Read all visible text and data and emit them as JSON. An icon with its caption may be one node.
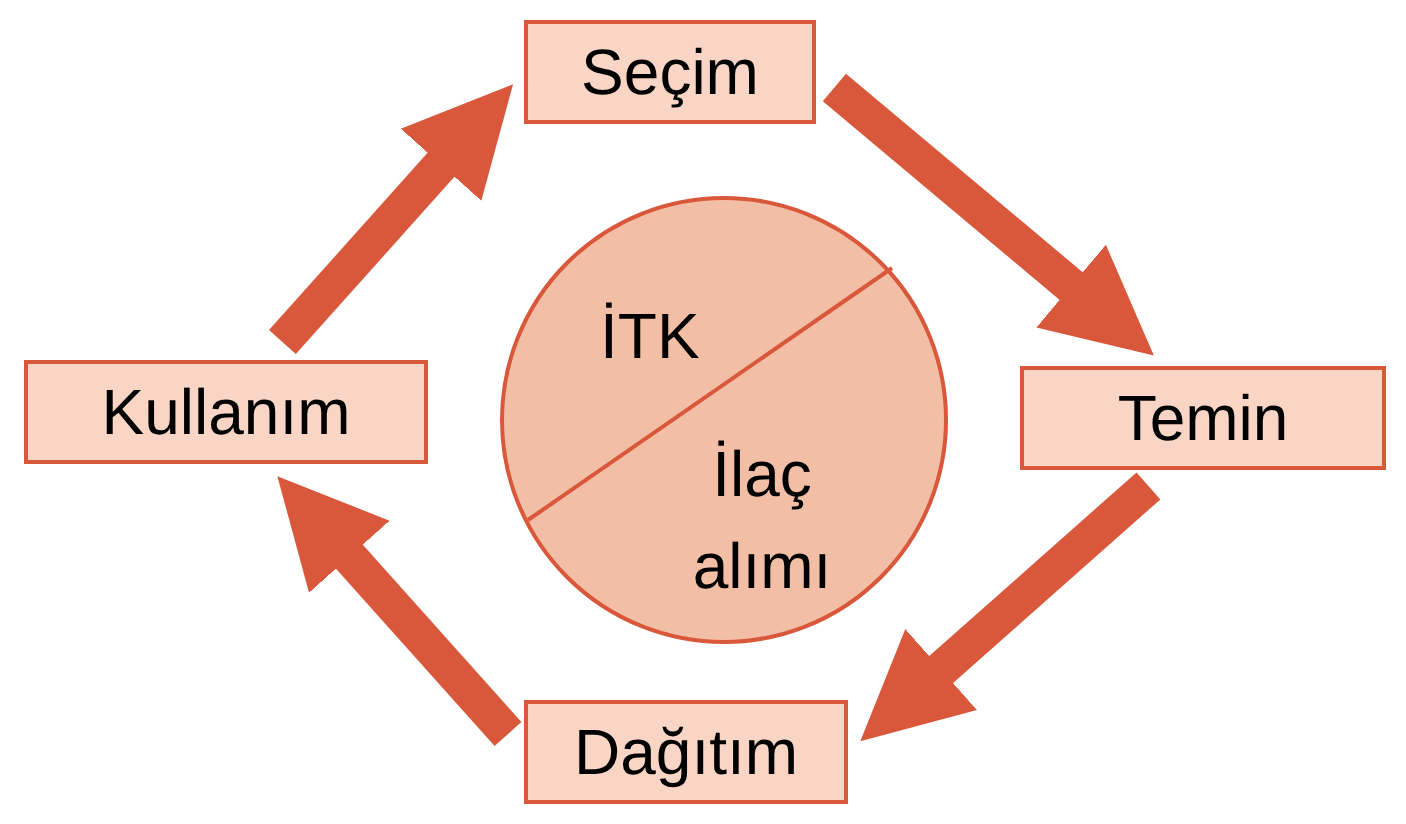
{
  "diagram": {
    "nodes": [
      {
        "text": [
          "Seçim"
        ]
      },
      {
        "text": [
          "Temin"
        ]
      },
      {
        "text": [
          "Dağıtım"
        ]
      },
      {
        "text": [
          "Kullanım"
        ]
      },
      {
        "text": [
          "İTK",
          "İlaç alımı"
        ]
      }
    ],
    "edges": [
      {
        "from": 3,
        "to": 0,
        "arrow": "to"
      },
      {
        "from": 0,
        "to": 1,
        "arrow": "to"
      },
      {
        "from": 1,
        "to": 2,
        "arrow": "to"
      },
      {
        "from": 2,
        "to": 3,
        "arrow": "to"
      }
    ]
  }
}
